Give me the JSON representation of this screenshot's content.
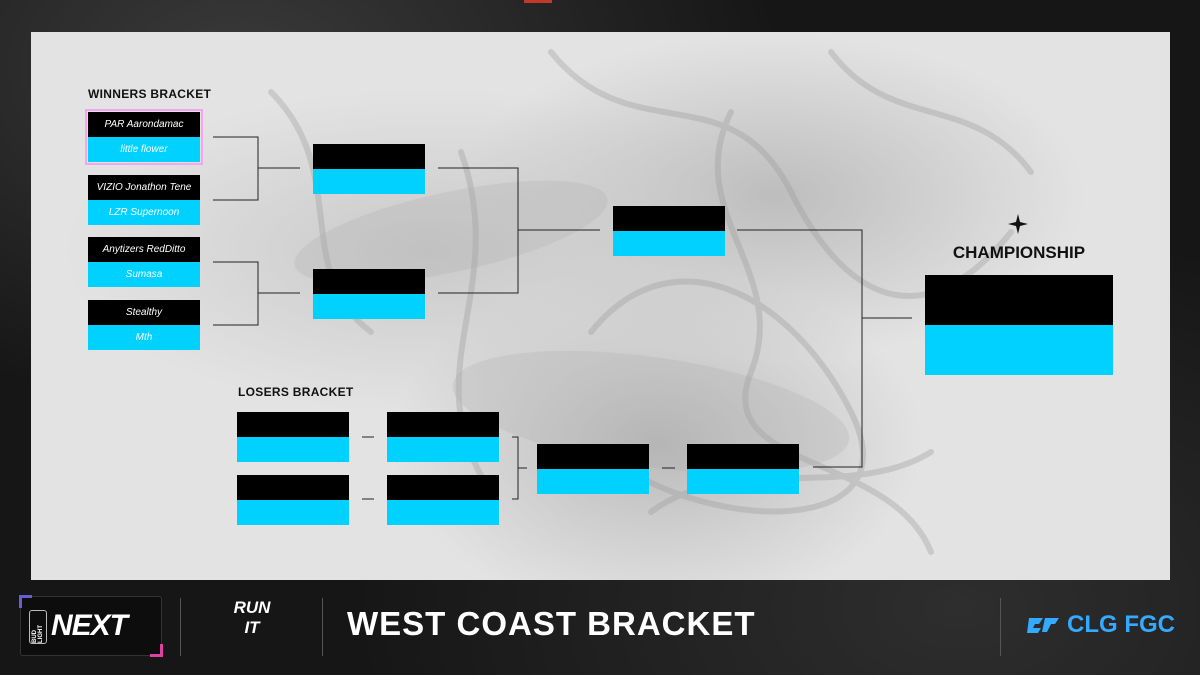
{
  "winners": {
    "heading": "WINNERS BRACKET",
    "round1": [
      {
        "top": "PAR Aarondamac",
        "bottom": "little flower"
      },
      {
        "top": "VIZIO Jonathon Tene",
        "bottom": "LZR Supernoon"
      },
      {
        "top": "Anytizers RedDitto",
        "bottom": "Sumasa"
      },
      {
        "top": "Stealthy",
        "bottom": "Mth"
      }
    ]
  },
  "losers": {
    "heading": "LOSERS BRACKET"
  },
  "championship": {
    "title": "CHAMPIONSHIP"
  },
  "footer": {
    "sponsor_small": "BUD LIGHT",
    "sponsor_logo": "NEXT",
    "runit_line1": "RUN",
    "runit_line2": "IT",
    "title": "WEST COAST BRACKET",
    "brand": "CLG FGC"
  },
  "colors": {
    "slot_top": "#000000",
    "slot_bottom": "#00d1ff",
    "highlight": "#f3a6f0",
    "brand_blue": "#33aaff"
  },
  "icons": [
    "star-icon",
    "clg-icon"
  ]
}
